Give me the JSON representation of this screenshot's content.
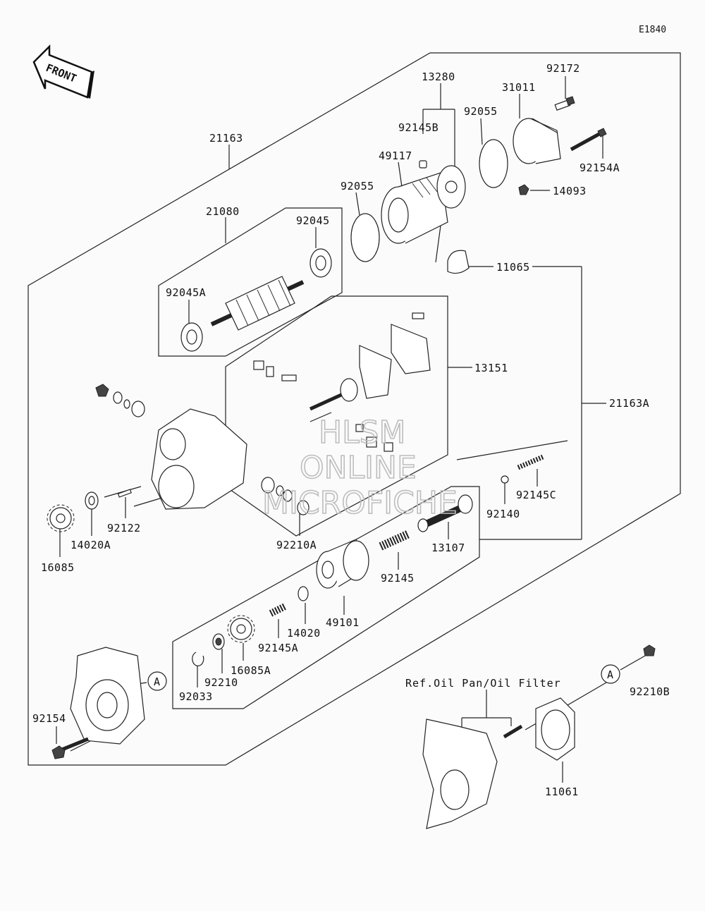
{
  "diagram_code": "E1840",
  "front_label": "FRONT",
  "ref_note": "Ref.Oil Pan/Oil Filter",
  "callout_letter": "A",
  "watermark": [
    "HLSM",
    "ONLINE",
    "MICROFICHE"
  ],
  "labels": {
    "p13280": "13280",
    "p92172": "92172",
    "p31011": "31011",
    "p92055a": "92055",
    "p92145b": "92145B",
    "p49117": "49117",
    "p92154a": "92154A",
    "p92055b": "92055",
    "p14093": "14093",
    "p21163": "21163",
    "p21080": "21080",
    "p92045": "92045",
    "p11065": "11065",
    "p92045a": "92045A",
    "p13151": "13151",
    "p21163a": "21163A",
    "p92145c": "92145C",
    "p92140": "92140",
    "p92122": "92122",
    "p92210a": "92210A",
    "p13107": "13107",
    "p14020a": "14020A",
    "p16085": "16085",
    "p92145": "92145",
    "p49101": "49101",
    "p14020": "14020",
    "p92145a": "92145A",
    "p16085a": "16085A",
    "p92033": "92033",
    "p92210": "92210",
    "p92154": "92154",
    "p92210b": "92210B",
    "p11061": "11061"
  }
}
